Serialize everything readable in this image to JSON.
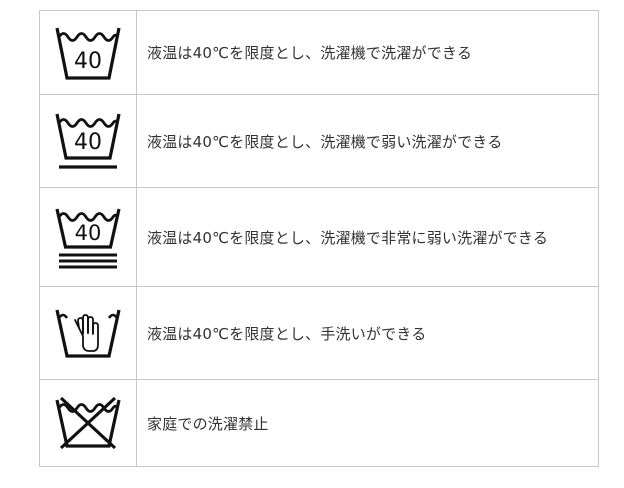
{
  "care_table": {
    "rows": [
      {
        "icon": "wash-40-icon",
        "temperature": "40",
        "description": "液温は40℃を限度とし、洗濯機で洗濯ができる"
      },
      {
        "icon": "wash-40-gentle-icon",
        "temperature": "40",
        "description": "液温は40℃を限度とし、洗濯機で弱い洗濯ができる"
      },
      {
        "icon": "wash-40-very-gentle-icon",
        "temperature": "40",
        "description": "液温は40℃を限度とし、洗濯機で非常に弱い洗濯ができる"
      },
      {
        "icon": "hand-wash-icon",
        "description": "液温は40℃を限度とし、手洗いができる"
      },
      {
        "icon": "do-not-wash-icon",
        "description": "家庭での洗濯禁止"
      }
    ]
  }
}
